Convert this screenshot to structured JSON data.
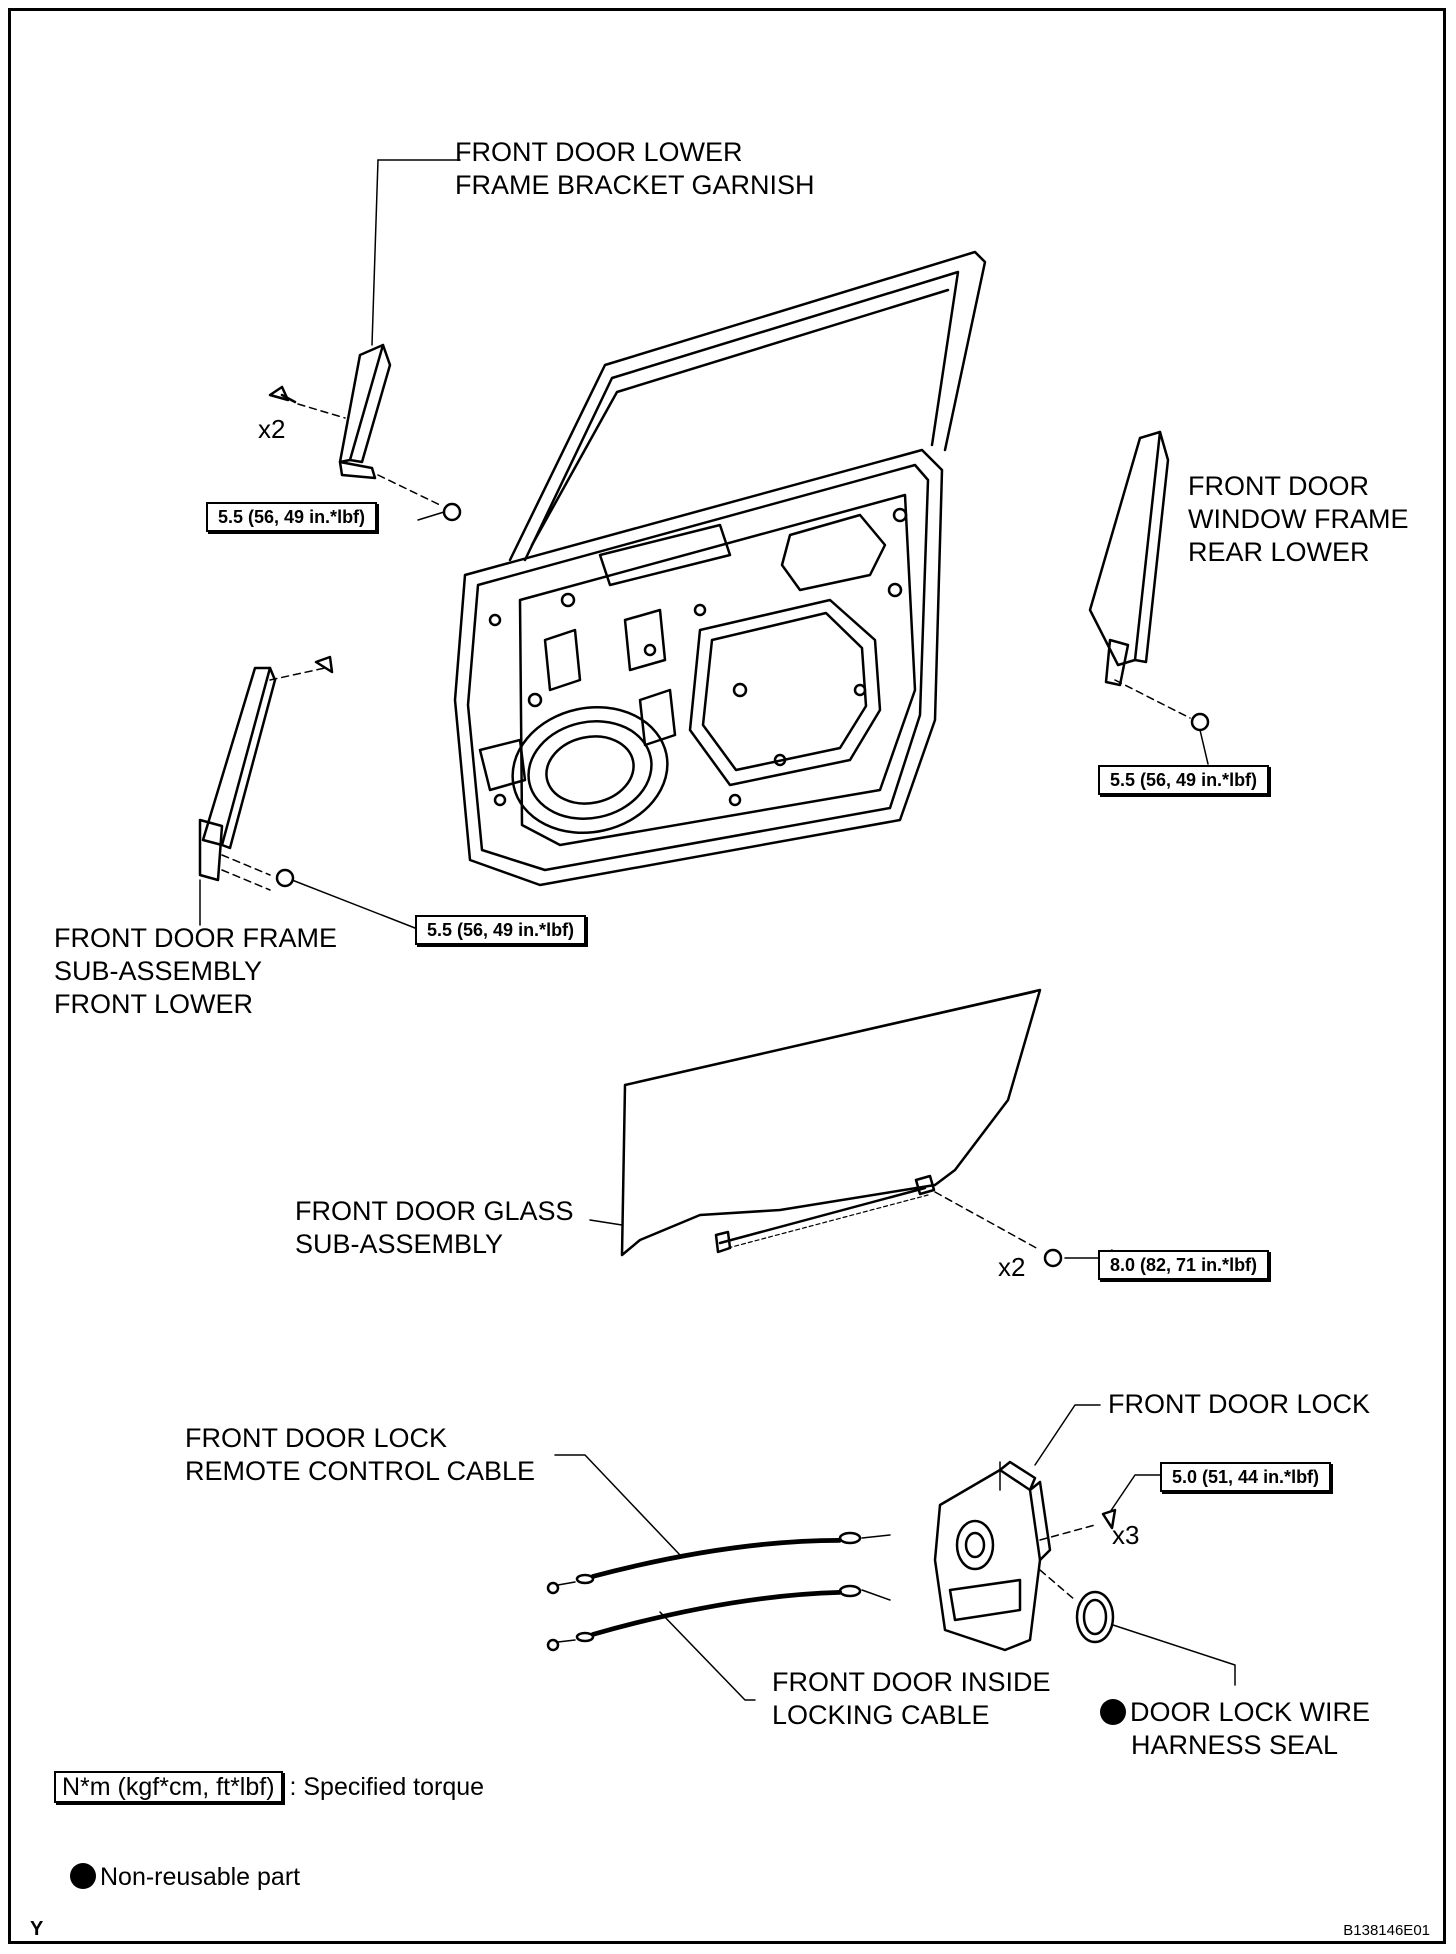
{
  "labels": {
    "lower_frame_bracket_garnish": [
      "FRONT DOOR LOWER",
      "FRAME BRACKET GARNISH"
    ],
    "window_frame_rear_lower": [
      "FRONT DOOR",
      "WINDOW FRAME",
      "REAR LOWER"
    ],
    "frame_sub_assembly_front_lower": [
      "FRONT DOOR FRAME",
      "SUB-ASSEMBLY",
      "FRONT LOWER"
    ],
    "door_glass_sub_assembly": [
      "FRONT DOOR GLASS",
      "SUB-ASSEMBLY"
    ],
    "door_lock": "FRONT DOOR LOCK",
    "remote_control_cable": [
      "FRONT DOOR LOCK",
      "REMOTE CONTROL CABLE"
    ],
    "inside_locking_cable": [
      "FRONT DOOR INSIDE",
      "LOCKING CABLE"
    ],
    "wire_harness_seal": [
      "DOOR LOCK WIRE",
      "HARNESS SEAL"
    ]
  },
  "torques": {
    "garnish_bolt": "5.5 (56, 49 in.*lbf)",
    "rear_lower_bolt": "5.5 (56, 49 in.*lbf)",
    "front_lower_bolt": "5.5 (56, 49 in.*lbf)",
    "glass_bolt": "8.0 (82, 71 in.*lbf)",
    "lock_screw": "5.0 (51, 44 in.*lbf)"
  },
  "quantities": {
    "garnish_screw": "x2",
    "glass_bolt": "x2",
    "lock_screw": "x3"
  },
  "legend": {
    "torque_box": "N*m (kgf*cm, ft*lbf)",
    "torque_text": ": Specified torque",
    "non_reusable": "Non-reusable part"
  },
  "corner": {
    "left": "Y",
    "right": "B138146E01"
  }
}
